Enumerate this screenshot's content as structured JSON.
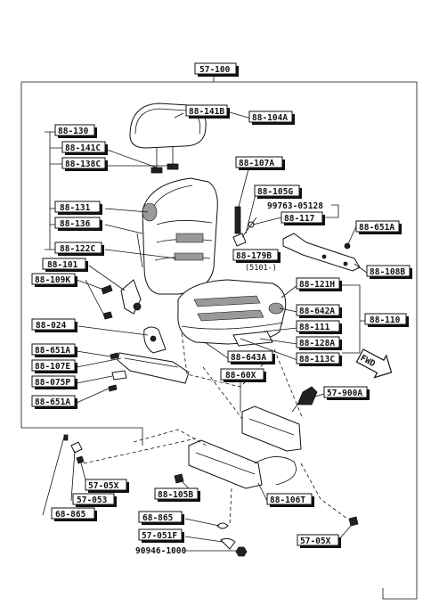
{
  "labels": {
    "assembly": "57-100",
    "headrest_guide": "88-141B",
    "headrest": "88-104A",
    "seatback_frame": "88-130",
    "guide_c": "88-141C",
    "guide_c2": "88-138C",
    "back_131": "88-131",
    "back_136": "88-136",
    "back_122c": "88-122C",
    "part_107a": "88-107A",
    "part_105g": "88-105G",
    "screw_num": "99763-05128",
    "part_117": "88-117",
    "part_179b": "88-179B",
    "note_5101": "(5101-)",
    "part_651a_r": "88-651A",
    "part_108b": "88-108B",
    "part_101": "88-101",
    "part_109k": "88-109K",
    "cushion_121h": "88-121H",
    "part_642a": "88-642A",
    "part_110": "88-110",
    "part_111": "88-111",
    "part_128a": "88-128A",
    "part_113c": "88-113C",
    "part_024": "88-024",
    "part_643a": "88-643A",
    "part_651a_l": "88-651A",
    "part_107e": "88-107E",
    "part_075p": "88-075P",
    "part_651a_l2": "88-651A",
    "part_60x": "88-60X",
    "fwd": "FWD",
    "belt_900a": "57-900A",
    "part_05x_l": "57-05X",
    "part_053": "57-053",
    "part_865_l": "68-865",
    "part_105b": "88-105B",
    "part_106t": "88-106T",
    "part_865_b": "68-865",
    "part_051f": "57-051F",
    "nut_num": "90946-1000",
    "part_05x_r": "57-05X"
  },
  "icons": {
    "fwd_arrow": "fwd-arrow-icon"
  },
  "colors": {
    "ink": "#111111",
    "paper": "#ffffff"
  }
}
